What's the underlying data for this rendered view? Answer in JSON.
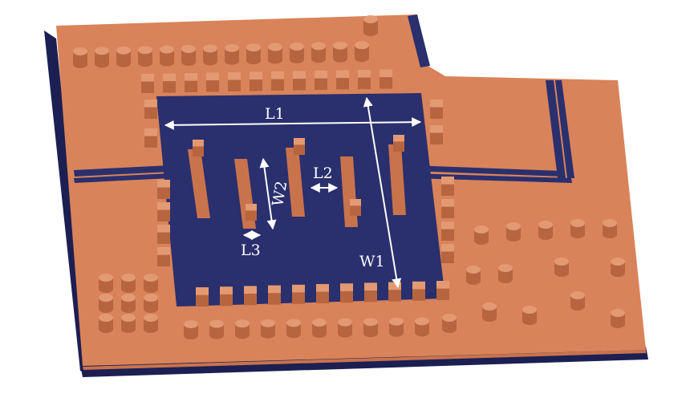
{
  "figure": {
    "colors": {
      "copper": "#d9835a",
      "copper_dark": "#b7653f",
      "copper_top": "#e39a72",
      "substrate": "#2a2f6e",
      "substrate_dark": "#1c1f52",
      "arrow": "#ffffff"
    },
    "labels": {
      "L1": "L1",
      "L2": "L2",
      "L3": "L3",
      "W1": "W1",
      "W2": "W2"
    }
  }
}
